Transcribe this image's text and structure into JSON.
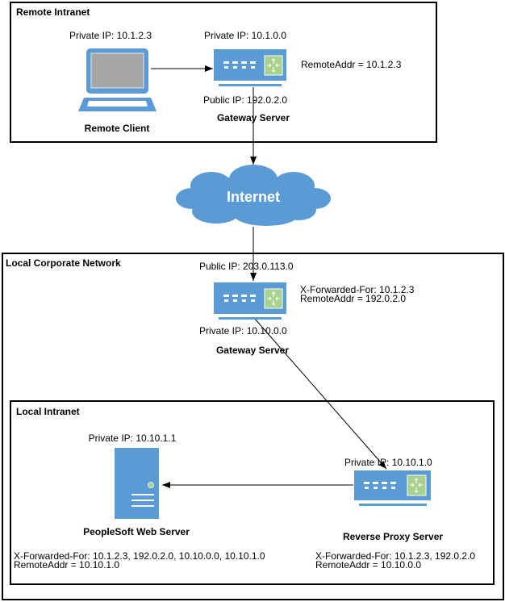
{
  "colors": {
    "device_blue": "#5b9bd5",
    "switch_green": "#a9d18e",
    "screen_gray": "#a6a6a6",
    "line": "#000000"
  },
  "zones": {
    "remote_intranet": {
      "title": "Remote Intranet"
    },
    "local_corporate": {
      "title": "Local Corporate Network"
    },
    "local_intranet": {
      "title": "Local Intranet"
    }
  },
  "nodes": {
    "remote_client": {
      "name": "Remote Client",
      "ip_label": "Private IP: 10.1.2.3",
      "icon": "laptop-icon"
    },
    "remote_gateway": {
      "name": "Gateway Server",
      "private_ip": "Private IP: 10.1.0.0",
      "public_ip": "Public IP: 192.0.2.0",
      "note": "RemoteAddr = 10.1.2.3",
      "icon": "switch-icon"
    },
    "internet": {
      "name": "Internet",
      "icon": "cloud-icon"
    },
    "local_gateway": {
      "name": "Gateway Server",
      "public_ip": "Public IP: 203.0.113.0",
      "private_ip": "Private IP: 10.10.0.0",
      "note_lines": [
        "X-Forwarded-For: 10.1.2.3",
        "RemoteAddr = 192.0.2.0"
      ],
      "icon": "switch-icon"
    },
    "reverse_proxy": {
      "name": "Reverse Proxy Server",
      "private_ip": "Private IP: 10.10.1.0",
      "note_lines": [
        "X-Forwarded-For: 10.1.2.3, 192.0.2.0",
        "RemoteAddr = 10.10.0.0"
      ],
      "icon": "switch-icon"
    },
    "web_server": {
      "name": "PeopleSoft Web Server",
      "private_ip": "Private IP: 10.10.1.1",
      "note_lines": [
        "X-Forwarded-For: 10.1.2.3, 192.0.2.0, 10.10.0.0, 10.10.1.0",
        "RemoteAddr = 10.10.1.0"
      ],
      "icon": "server-icon"
    }
  },
  "connections": [
    {
      "from": "remote_client",
      "to": "remote_gateway"
    },
    {
      "from": "remote_gateway",
      "to": "internet"
    },
    {
      "from": "internet",
      "to": "local_gateway"
    },
    {
      "from": "local_gateway",
      "to": "reverse_proxy"
    },
    {
      "from": "reverse_proxy",
      "to": "web_server"
    }
  ]
}
